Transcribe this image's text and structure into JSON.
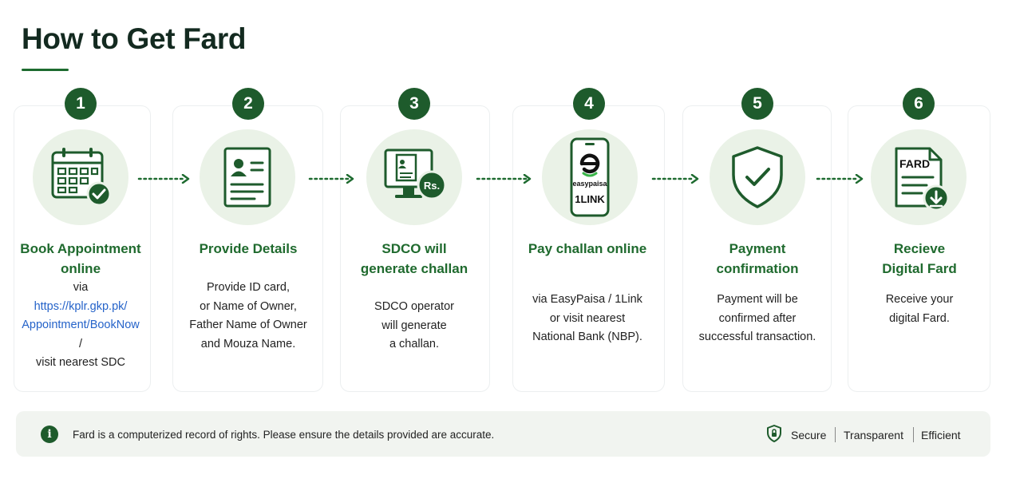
{
  "title": "How to Get Fard",
  "steps": [
    {
      "number": "1",
      "title_lines": [
        "Book Appointment",
        "online"
      ],
      "desc_lines": [
        "via"
      ],
      "link_lines": [
        "https://kplr.gkp.pk/",
        "Appointment/BookNow"
      ],
      "desc_after_lines": [
        "/",
        "visit nearest SDC"
      ],
      "icon": "calendar-check-icon"
    },
    {
      "number": "2",
      "title_lines": [
        "Provide Details"
      ],
      "desc_lines": [
        "Provide ID card,",
        "or Name of Owner,",
        "Father Name of Owner",
        "and Mouza Name."
      ],
      "icon": "id-card-icon"
    },
    {
      "number": "3",
      "title_lines": [
        "SDCO will",
        "generate challan"
      ],
      "desc_lines": [
        "SDCO operator",
        "will generate",
        "a challan."
      ],
      "icon": "computer-challan-icon",
      "icon_text": "Rs."
    },
    {
      "number": "4",
      "title_lines": [
        "Pay challan online"
      ],
      "desc_lines": [
        "via EasyPaisa / 1Link",
        "or visit nearest",
        "National Bank (NBP)."
      ],
      "icon": "mobile-payment-icon",
      "icon_text_1": "easypaisa",
      "icon_text_2": "1LINK"
    },
    {
      "number": "5",
      "title_lines": [
        "Payment",
        "confirmation"
      ],
      "desc_lines": [
        "Payment will be",
        "confirmed after",
        "successful transaction."
      ],
      "icon": "shield-check-icon"
    },
    {
      "number": "6",
      "title_lines": [
        "Recieve",
        "Digital Fard"
      ],
      "desc_lines": [
        "Receive your",
        "digital Fard."
      ],
      "icon": "document-download-icon",
      "icon_text": "FARD"
    }
  ],
  "info": {
    "text": "Fard is a computerized record of rights. Please ensure the details provided are accurate.",
    "icon": "info-icon",
    "traits": [
      "Secure",
      "Transparent",
      "Efficient"
    ],
    "trait_icon": "shield-icon"
  },
  "colors": {
    "primary": "#1e5b2c",
    "accent_green": "#1f6a2e",
    "icon_bg": "#eaf2e7",
    "link": "#2563c9"
  }
}
